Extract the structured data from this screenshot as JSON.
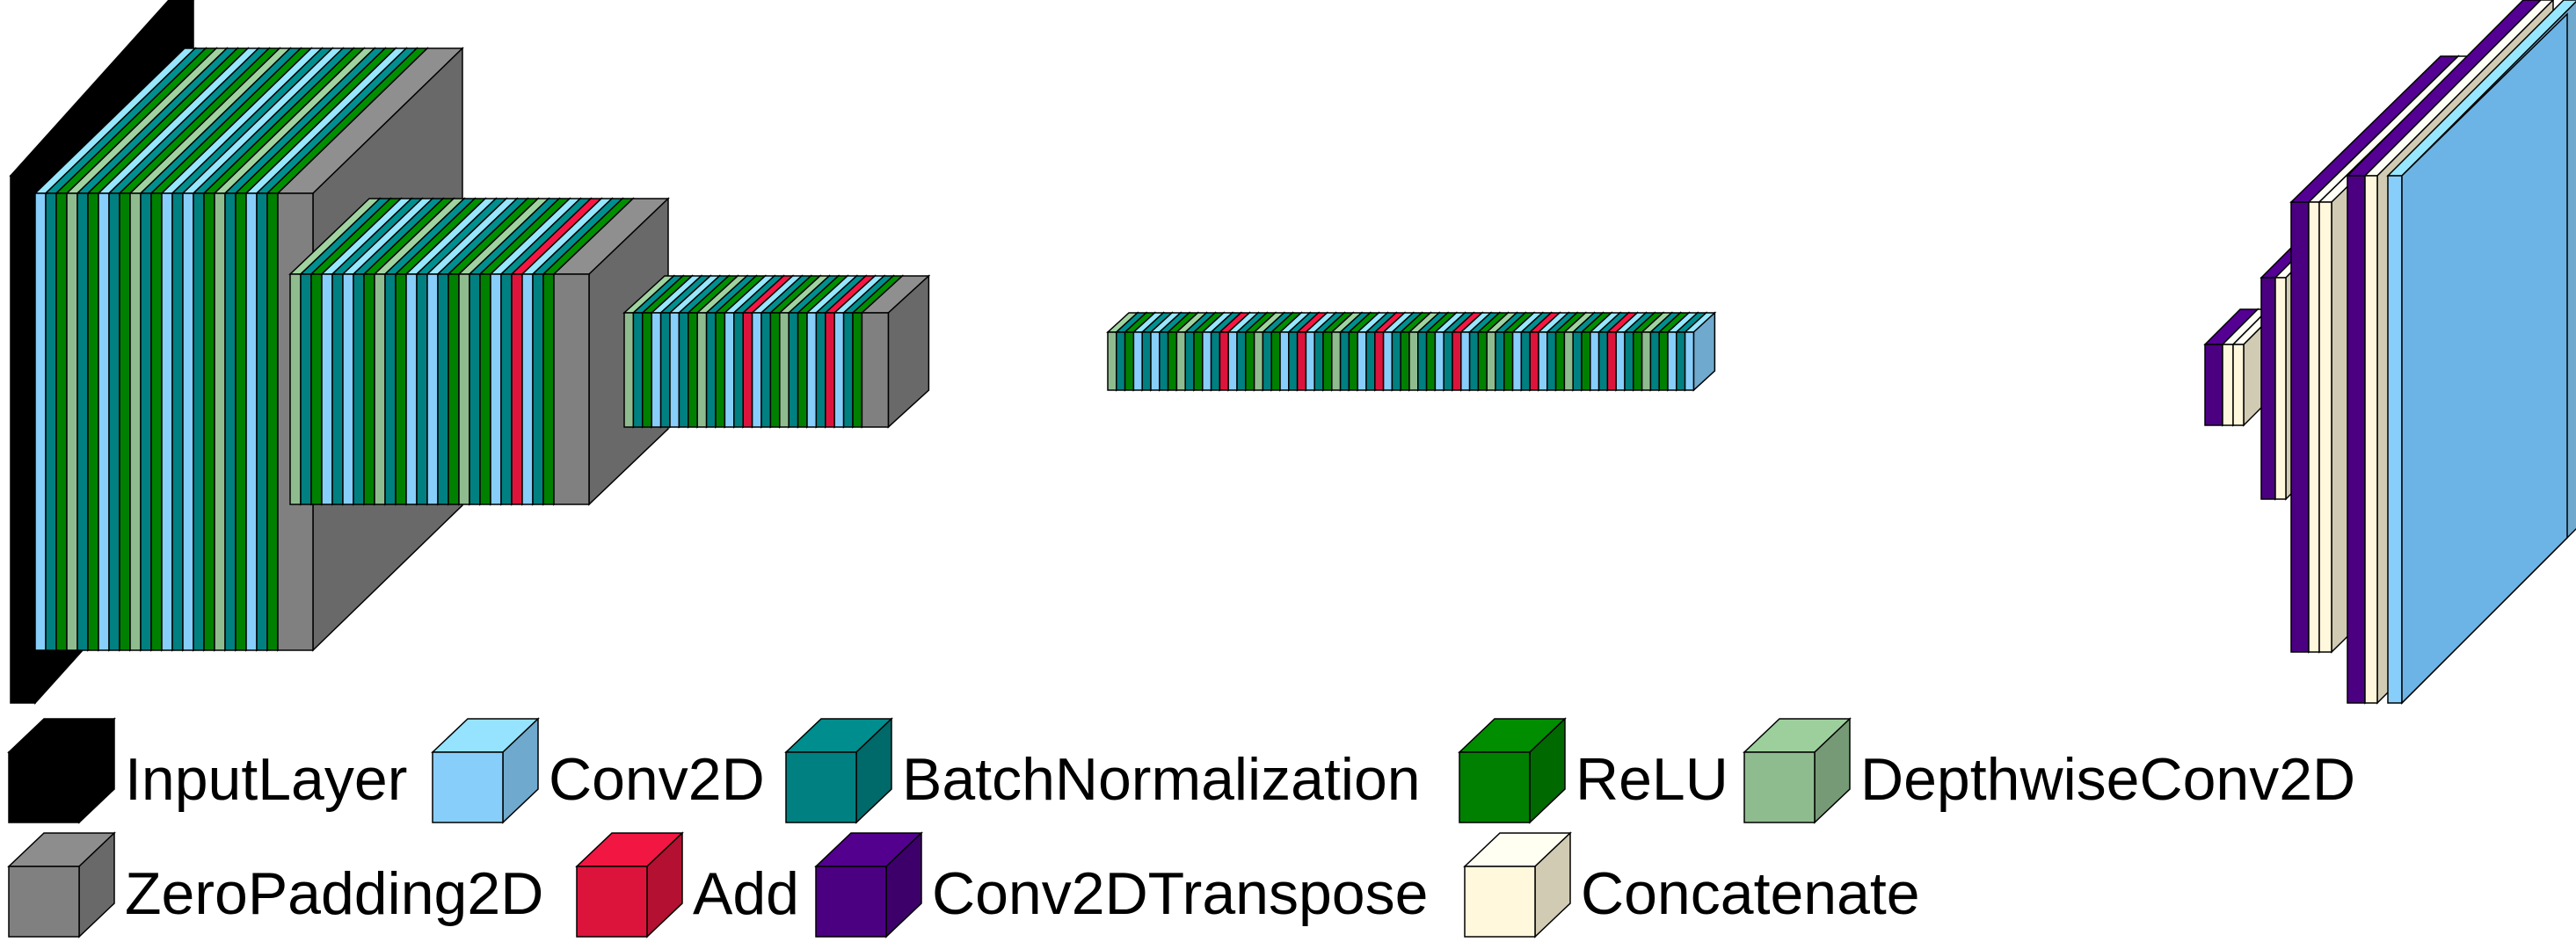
{
  "layer_types": [
    {
      "key": "input",
      "label": "InputLayer",
      "color": "#000000"
    },
    {
      "key": "conv",
      "label": "Conv2D",
      "color": "#87CEFA"
    },
    {
      "key": "bn",
      "label": "BatchNormalization",
      "color": "#008080"
    },
    {
      "key": "relu",
      "label": "ReLU",
      "color": "#008000"
    },
    {
      "key": "dw",
      "label": "DepthwiseConv2D",
      "color": "#8FBC8F"
    },
    {
      "key": "zp",
      "label": "ZeroPadding2D",
      "color": "#808080"
    },
    {
      "key": "add",
      "label": "Add",
      "color": "#DC143C"
    },
    {
      "key": "convT",
      "label": "Conv2DTranspose",
      "color": "#4B0082"
    },
    {
      "key": "concat",
      "label": "Concatenate",
      "color": "#FFF8DC"
    }
  ],
  "network": {
    "stage1": [
      "input",
      "conv",
      "bn",
      "relu",
      "dw",
      "bn",
      "relu",
      "conv",
      "bn",
      "relu",
      "dw",
      "bn",
      "relu",
      "conv",
      "bn",
      "conv",
      "bn",
      "relu",
      "dw",
      "bn",
      "relu",
      "conv",
      "bn",
      "relu",
      "zp"
    ],
    "stage2": [
      "dw",
      "bn",
      "relu",
      "conv",
      "bn",
      "conv",
      "bn",
      "relu",
      "dw",
      "bn",
      "relu",
      "conv",
      "bn",
      "conv",
      "bn",
      "relu",
      "dw",
      "bn",
      "relu",
      "conv",
      "bn",
      "add",
      "conv",
      "bn",
      "relu",
      "zp"
    ],
    "stage3": [
      "dw",
      "bn",
      "relu",
      "conv",
      "bn",
      "conv",
      "bn",
      "relu",
      "dw",
      "bn",
      "relu",
      "conv",
      "bn",
      "add",
      "conv",
      "bn",
      "relu",
      "dw",
      "bn",
      "relu",
      "conv",
      "bn",
      "add",
      "conv",
      "bn",
      "relu",
      "zp"
    ],
    "stage4": [
      "dw",
      "bn",
      "relu",
      "conv",
      "bn",
      "conv",
      "bn",
      "relu",
      "dw",
      "bn",
      "relu",
      "conv",
      "bn",
      "add",
      "conv",
      "bn",
      "relu",
      "dw",
      "bn",
      "relu",
      "conv",
      "bn",
      "add",
      "conv",
      "bn",
      "relu",
      "dw",
      "bn",
      "relu",
      "conv",
      "bn",
      "add",
      "conv",
      "bn",
      "relu",
      "dw",
      "bn",
      "relu",
      "conv",
      "bn",
      "add",
      "conv",
      "bn",
      "relu",
      "dw",
      "bn",
      "relu",
      "conv",
      "bn",
      "add",
      "conv",
      "bn",
      "relu",
      "dw",
      "bn",
      "relu",
      "conv",
      "bn",
      "add",
      "conv",
      "bn",
      "relu",
      "dw",
      "bn",
      "relu",
      "conv",
      "bn",
      "conv"
    ],
    "decoder": [
      "convT",
      "concat",
      "concat",
      "convT",
      "concat",
      "convT",
      "concat",
      "concat",
      "convT",
      "concat",
      "conv"
    ]
  }
}
